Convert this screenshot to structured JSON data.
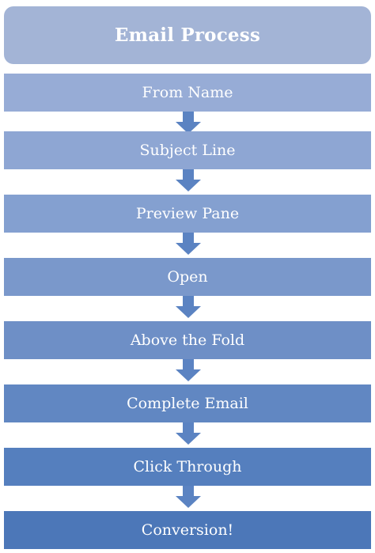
{
  "header": {
    "title": "Email Process"
  },
  "steps": [
    {
      "label": "From Name",
      "color": "#97acd6"
    },
    {
      "label": "Subject Line",
      "color": "#8ea6d3"
    },
    {
      "label": "Preview Pane",
      "color": "#84a0d0"
    },
    {
      "label": "Open",
      "color": "#7a98cb"
    },
    {
      "label": "Above the Fold",
      "color": "#6e8fc6"
    },
    {
      "label": "Complete Email",
      "color": "#6187c2"
    },
    {
      "label": "Click Through",
      "color": "#557fbe"
    },
    {
      "label": "Conversion!",
      "color": "#4c77b8"
    }
  ],
  "colors": {
    "header": "#a3b4d6",
    "arrow": "#5b83c2",
    "text": "#ffffff"
  }
}
